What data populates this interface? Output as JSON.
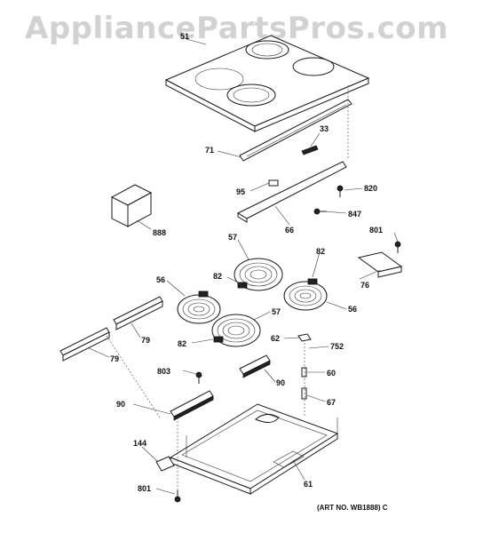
{
  "watermark": "AppliancePartsPros.com",
  "art_number": "(ART NO. WB1888) C",
  "callouts": [
    "51",
    "71",
    "33",
    "95",
    "820",
    "66",
    "847",
    "888",
    "57",
    "82",
    "801",
    "56",
    "82",
    "76",
    "56",
    "57",
    "79",
    "82",
    "62",
    "752",
    "79",
    "803",
    "90",
    "60",
    "90",
    "67",
    "144",
    "61",
    "801"
  ]
}
